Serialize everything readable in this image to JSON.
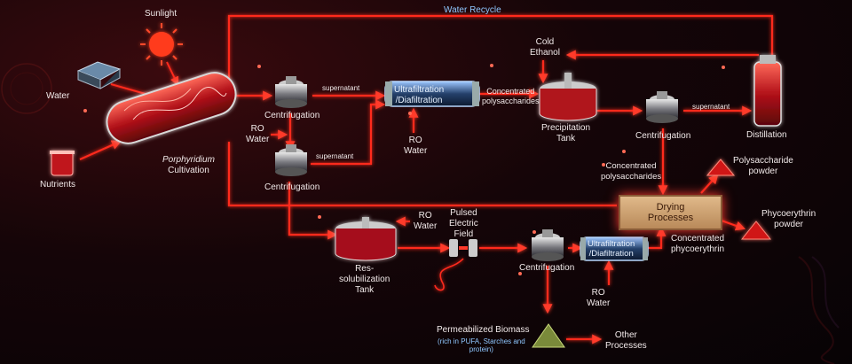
{
  "labels": {
    "sunlight": "Sunlight",
    "water": "Water",
    "nutrients": "Nutrients",
    "cultivation_italic": "Porphyridium",
    "cultivation": "Cultivation",
    "water_recycle": "Water Recycle",
    "centrifugation_1": "Centrifugation",
    "supernatant_1": "supernatant",
    "ro_water_1_a": "RO",
    "ro_water_1_b": "Water",
    "centrifugation_2": "Centrifugation",
    "supernatant_2": "supernatant",
    "uf_1_a": "Ultrafiltration",
    "uf_1_b": "/Diafiltration",
    "ro_water_2_a": "RO",
    "ro_water_2_b": "Water",
    "conc_poly_1_a": "Concentrated",
    "conc_poly_1_b": "polysaccharides",
    "cold_ethanol_a": "Cold",
    "cold_ethanol_b": "Ethanol",
    "precipitation_a": "Precipitation",
    "precipitation_b": "Tank",
    "centrifugation_3": "Centrifugation",
    "supernatant_3": "supernatant",
    "distillation": "Distillation",
    "conc_poly_2_a": "Concentrated",
    "conc_poly_2_b": "polysaccharides",
    "poly_powder_a": "Polysaccharide",
    "poly_powder_b": "powder",
    "drying_a": "Drying",
    "drying_b": "Processes",
    "phyco_powder_a": "Phycoerythrin",
    "phyco_powder_b": "powder",
    "conc_phyco_a": "Concentrated",
    "conc_phyco_b": "phycoerythrin",
    "resol_a": "Res-",
    "resol_b": "solubilization",
    "resol_c": "Tank",
    "ro_water_3_a": "RO",
    "ro_water_3_b": "Water",
    "pef_a": "Pulsed",
    "pef_b": "Electric",
    "pef_c": "Field",
    "centrifugation_4": "Centrifugation",
    "uf_2_a": "Ultrafiltration",
    "uf_2_b": "/Diafiltration",
    "ro_water_4_a": "RO",
    "ro_water_4_b": "Water",
    "biomass_title": "Permeabilized Biomass",
    "biomass_sub_a": "(rich in PUFA, Starches and",
    "biomass_sub_b": "protein)",
    "other_a": "Other",
    "other_b": "Processes"
  },
  "colors": {
    "flow": "#ff2a1f",
    "glow": "#ff6a55",
    "recycle_label": "#8fc7ff"
  }
}
